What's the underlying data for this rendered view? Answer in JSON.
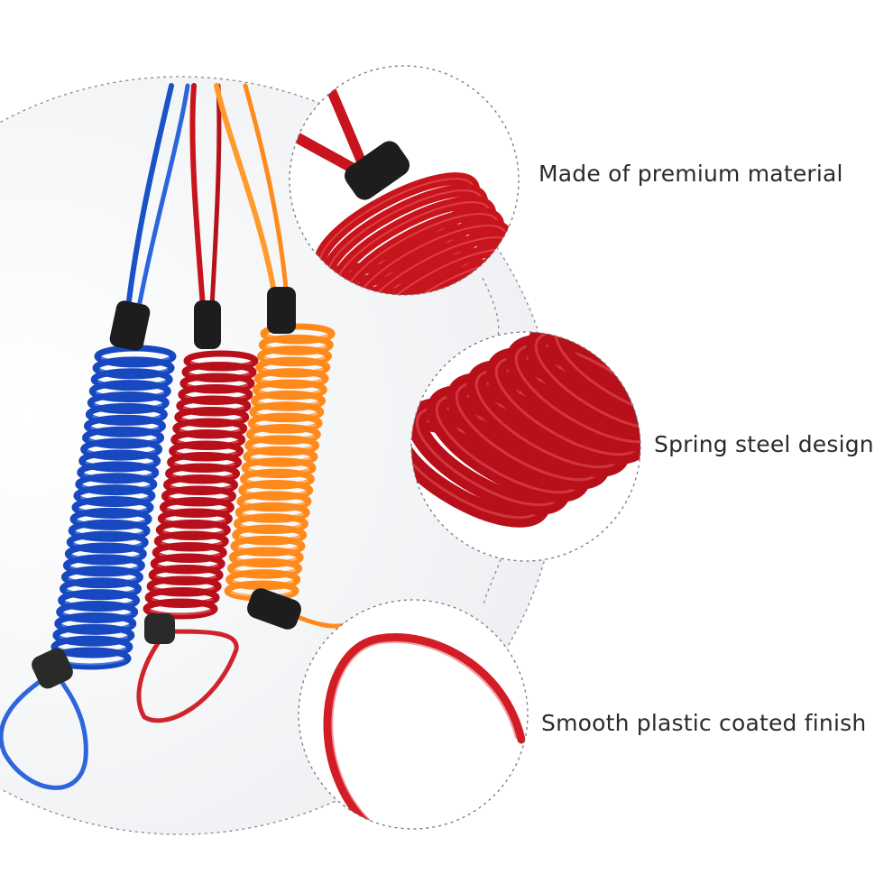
{
  "features": [
    {
      "label": "Made of premium material"
    },
    {
      "label": "Spring steel design"
    },
    {
      "label": "Smooth plastic coated finish"
    }
  ],
  "colors": {
    "blue_cable": "#1a52c8",
    "red_cable": "#c8141c",
    "orange_cable": "#ff8a1c",
    "sleeve": "#1d1d1d",
    "dashed_outline": "#777777",
    "label_text": "#2b2b2b"
  }
}
